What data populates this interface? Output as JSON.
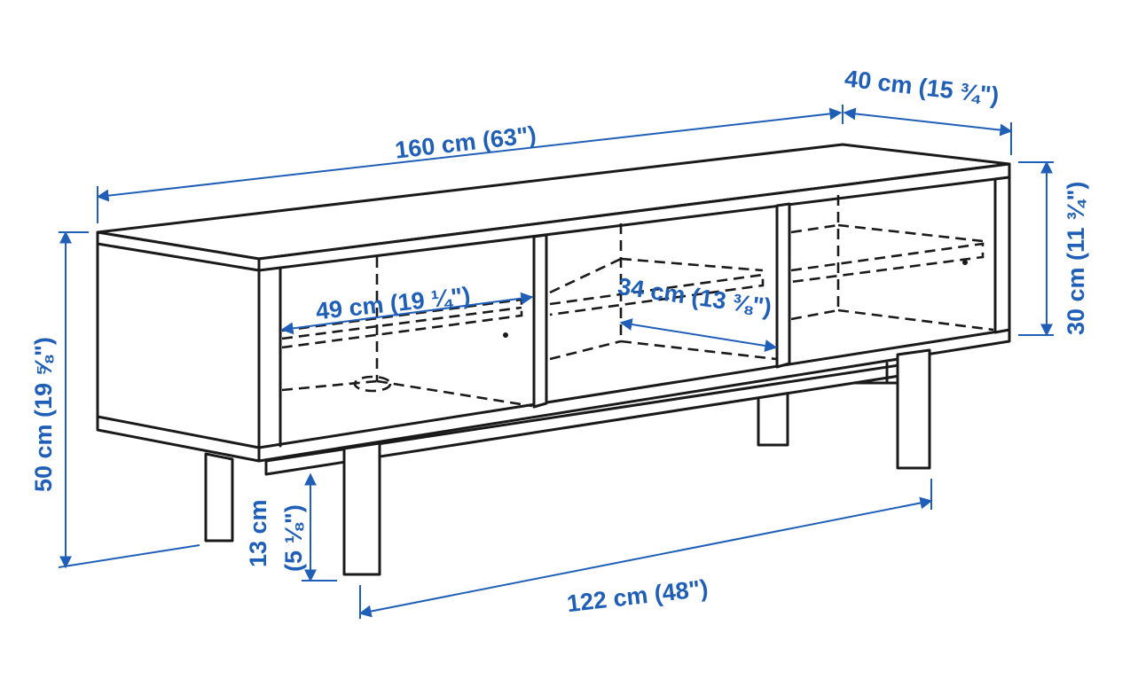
{
  "dimensions": {
    "width_total": "160 cm (63\")",
    "depth": "40 cm (15 ¾\")",
    "height_total": "50 cm (19 ⅝\")",
    "height_body": "30 cm (11 ¾\")",
    "compartment_width": "49 cm (19 ¼\")",
    "inner_depth": "34 cm (13 ⅜\")",
    "leg_height_cm": "13 cm",
    "leg_height_in": "(5 ⅛\")",
    "leg_spacing": "122 cm (48\")"
  },
  "colors": {
    "dimension_blue": "#1f5fb8",
    "outline": "#1a1a1a",
    "background": "#ffffff"
  }
}
